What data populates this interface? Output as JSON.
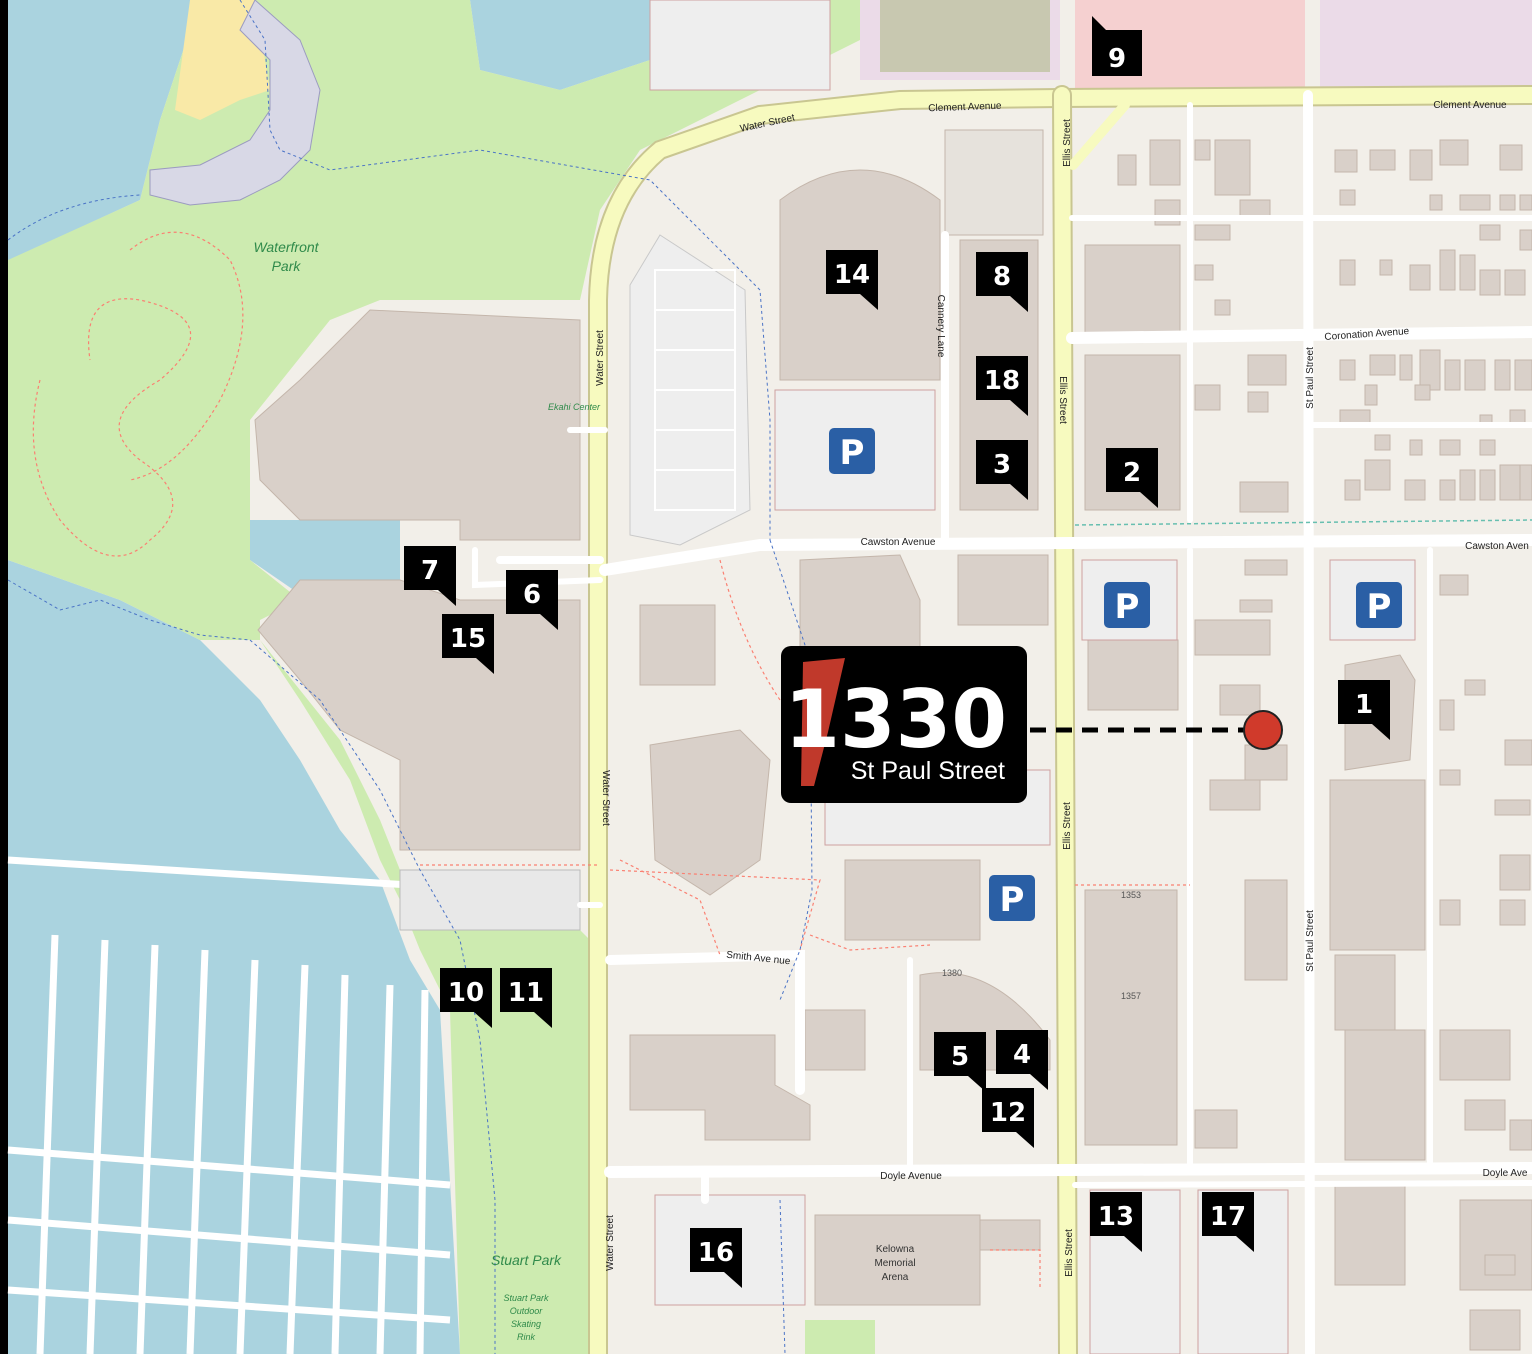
{
  "colors": {
    "land": "#f2efe9",
    "water": "#aad3df",
    "park": "#cdebb0",
    "building": "#d9d0c9",
    "building_edge": "#c4b6ab",
    "road_major": "#f7fabf",
    "road_major_edge": "#c9c691",
    "road_minor": "#ffffff",
    "sand": "#f9e9a7",
    "parking_lot": "#eeeeee",
    "residential_pink": "#f5d0d0",
    "industrial_purple": "#ebdbe8",
    "marker_bg": "#000000",
    "marker_text": "#ffffff",
    "parking_blue": "#2a5fa5",
    "location_dot": "#d03a2b",
    "accent_red": "#c0392b"
  },
  "map": {
    "featured": {
      "number": "1330",
      "subtitle": "St Paul Street"
    },
    "markers": [
      "9",
      "14",
      "8",
      "18",
      "3",
      "2",
      "7",
      "6",
      "15",
      "1",
      "10",
      "11",
      "5",
      "4",
      "12",
      "13",
      "17",
      "16"
    ],
    "parking_symbol": "P",
    "street_labels": {
      "clement_left": "Clement Avenue",
      "clement_right": "Clement Avenue",
      "water_top": "Water Street",
      "water_v1": "Water Street",
      "water_v2": "Water Street",
      "water_v3": "Water Street",
      "ellis_v1": "Ellis Street",
      "ellis_v2": "Ellis Street",
      "ellis_v3": "Ellis Street",
      "ellis_v4": "Ellis Street",
      "cannery": "Cannery Lane",
      "coronation": "Coronation Avenue",
      "stpaul_v1": "St Paul Street",
      "stpaul_v2": "St Paul Street",
      "cawston": "Cawston Avenue",
      "cawston_right": "Cawston Aven",
      "smith": "Smith Ave nue",
      "doyle": "Doyle Avenue",
      "doyle_right": "Doyle Ave"
    },
    "place_labels": {
      "waterfront_1": "Waterfront",
      "waterfront_2": "Park",
      "ekahi": "Ekahi Center",
      "stuart_park": "Stuart Park",
      "skating_1": "Stuart Park",
      "skating_2": "Outdoor",
      "skating_3": "Skating",
      "skating_4": "Rink",
      "arena_1": "Kelowna",
      "arena_2": "Memorial",
      "arena_3": "Arena",
      "num_1353": "1353",
      "num_1357": "1357",
      "num_1380": "1380"
    }
  }
}
